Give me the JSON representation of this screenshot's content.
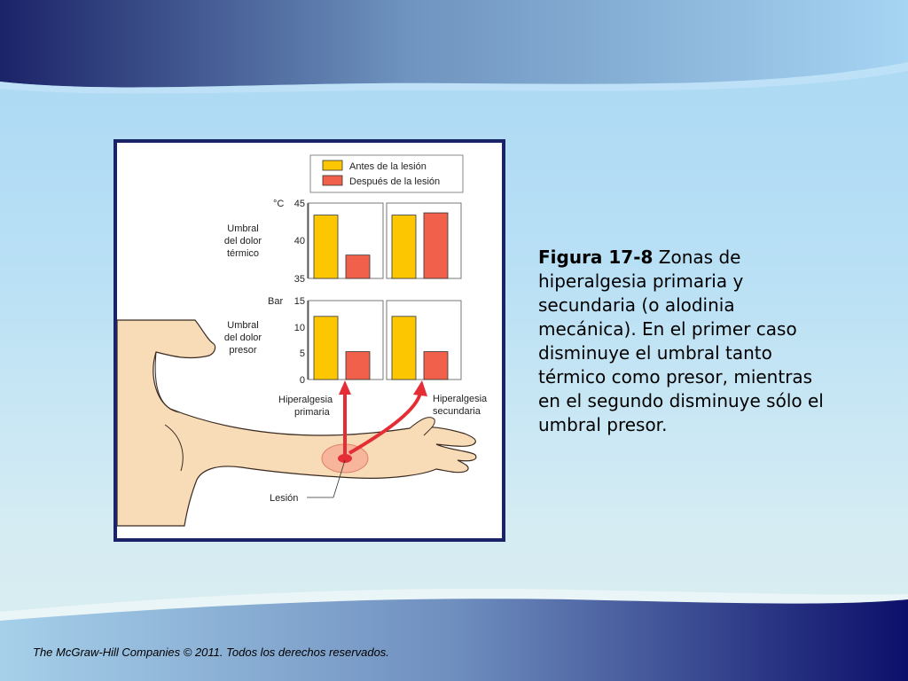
{
  "slide": {
    "caption_bold": "Figura 17-8",
    "caption_text": " Zonas de hiperalgesia primaria y secundaria (o alodinia mecánica). En el primer caso disminuye el umbral tanto térmico como presor, mientras en el segundo disminuye sólo el umbral presor.",
    "footer": "The McGraw-Hill Companies © 2011. Todos los derechos reservados.",
    "colors": {
      "top_band": "#1b2368",
      "frame": "#1b2368",
      "before": "#fcc700",
      "after": "#f0604a",
      "arrow": "#e42d35",
      "skin": "#f8dcb8"
    }
  },
  "figure": {
    "legend": [
      "Antes de la lesión",
      "Después de la lesión"
    ],
    "thermal": {
      "unit": "°C",
      "label_lines": [
        "Umbral",
        "del dolor",
        "térmico"
      ],
      "ticks": [
        "45",
        "40",
        "35"
      ]
    },
    "pressure": {
      "unit": "Bar",
      "label_lines": [
        "Umbral",
        "del dolor",
        "presor"
      ],
      "ticks": [
        "15",
        "10",
        "5",
        "0"
      ]
    },
    "annotations": {
      "primary": [
        "Hiperalgesia",
        "primaria"
      ],
      "secondary": [
        "Hiperalgesia",
        "secundaria"
      ],
      "lesion": "Lesión"
    }
  },
  "chart_data": [
    {
      "type": "bar",
      "panel": "thermal",
      "categories": [
        "Hiperalgesia primaria",
        "Hiperalgesia secundaria"
      ],
      "ylabel": "Umbral del dolor térmico",
      "unit": "°C",
      "ylim": [
        35,
        45
      ],
      "series": [
        {
          "name": "Antes de la lesión",
          "values": [
            43.4,
            43.4
          ]
        },
        {
          "name": "Después de la lesión",
          "values": [
            38.1,
            43.7
          ]
        }
      ]
    },
    {
      "type": "bar",
      "panel": "pressure",
      "categories": [
        "Hiperalgesia primaria",
        "Hiperalgesia secundaria"
      ],
      "ylabel": "Umbral del dolor presor",
      "unit": "Bar",
      "ylim": [
        0,
        15
      ],
      "series": [
        {
          "name": "Antes de la lesión",
          "values": [
            12,
            12
          ]
        },
        {
          "name": "Después de la lesión",
          "values": [
            5.3,
            5.3
          ]
        }
      ]
    }
  ]
}
